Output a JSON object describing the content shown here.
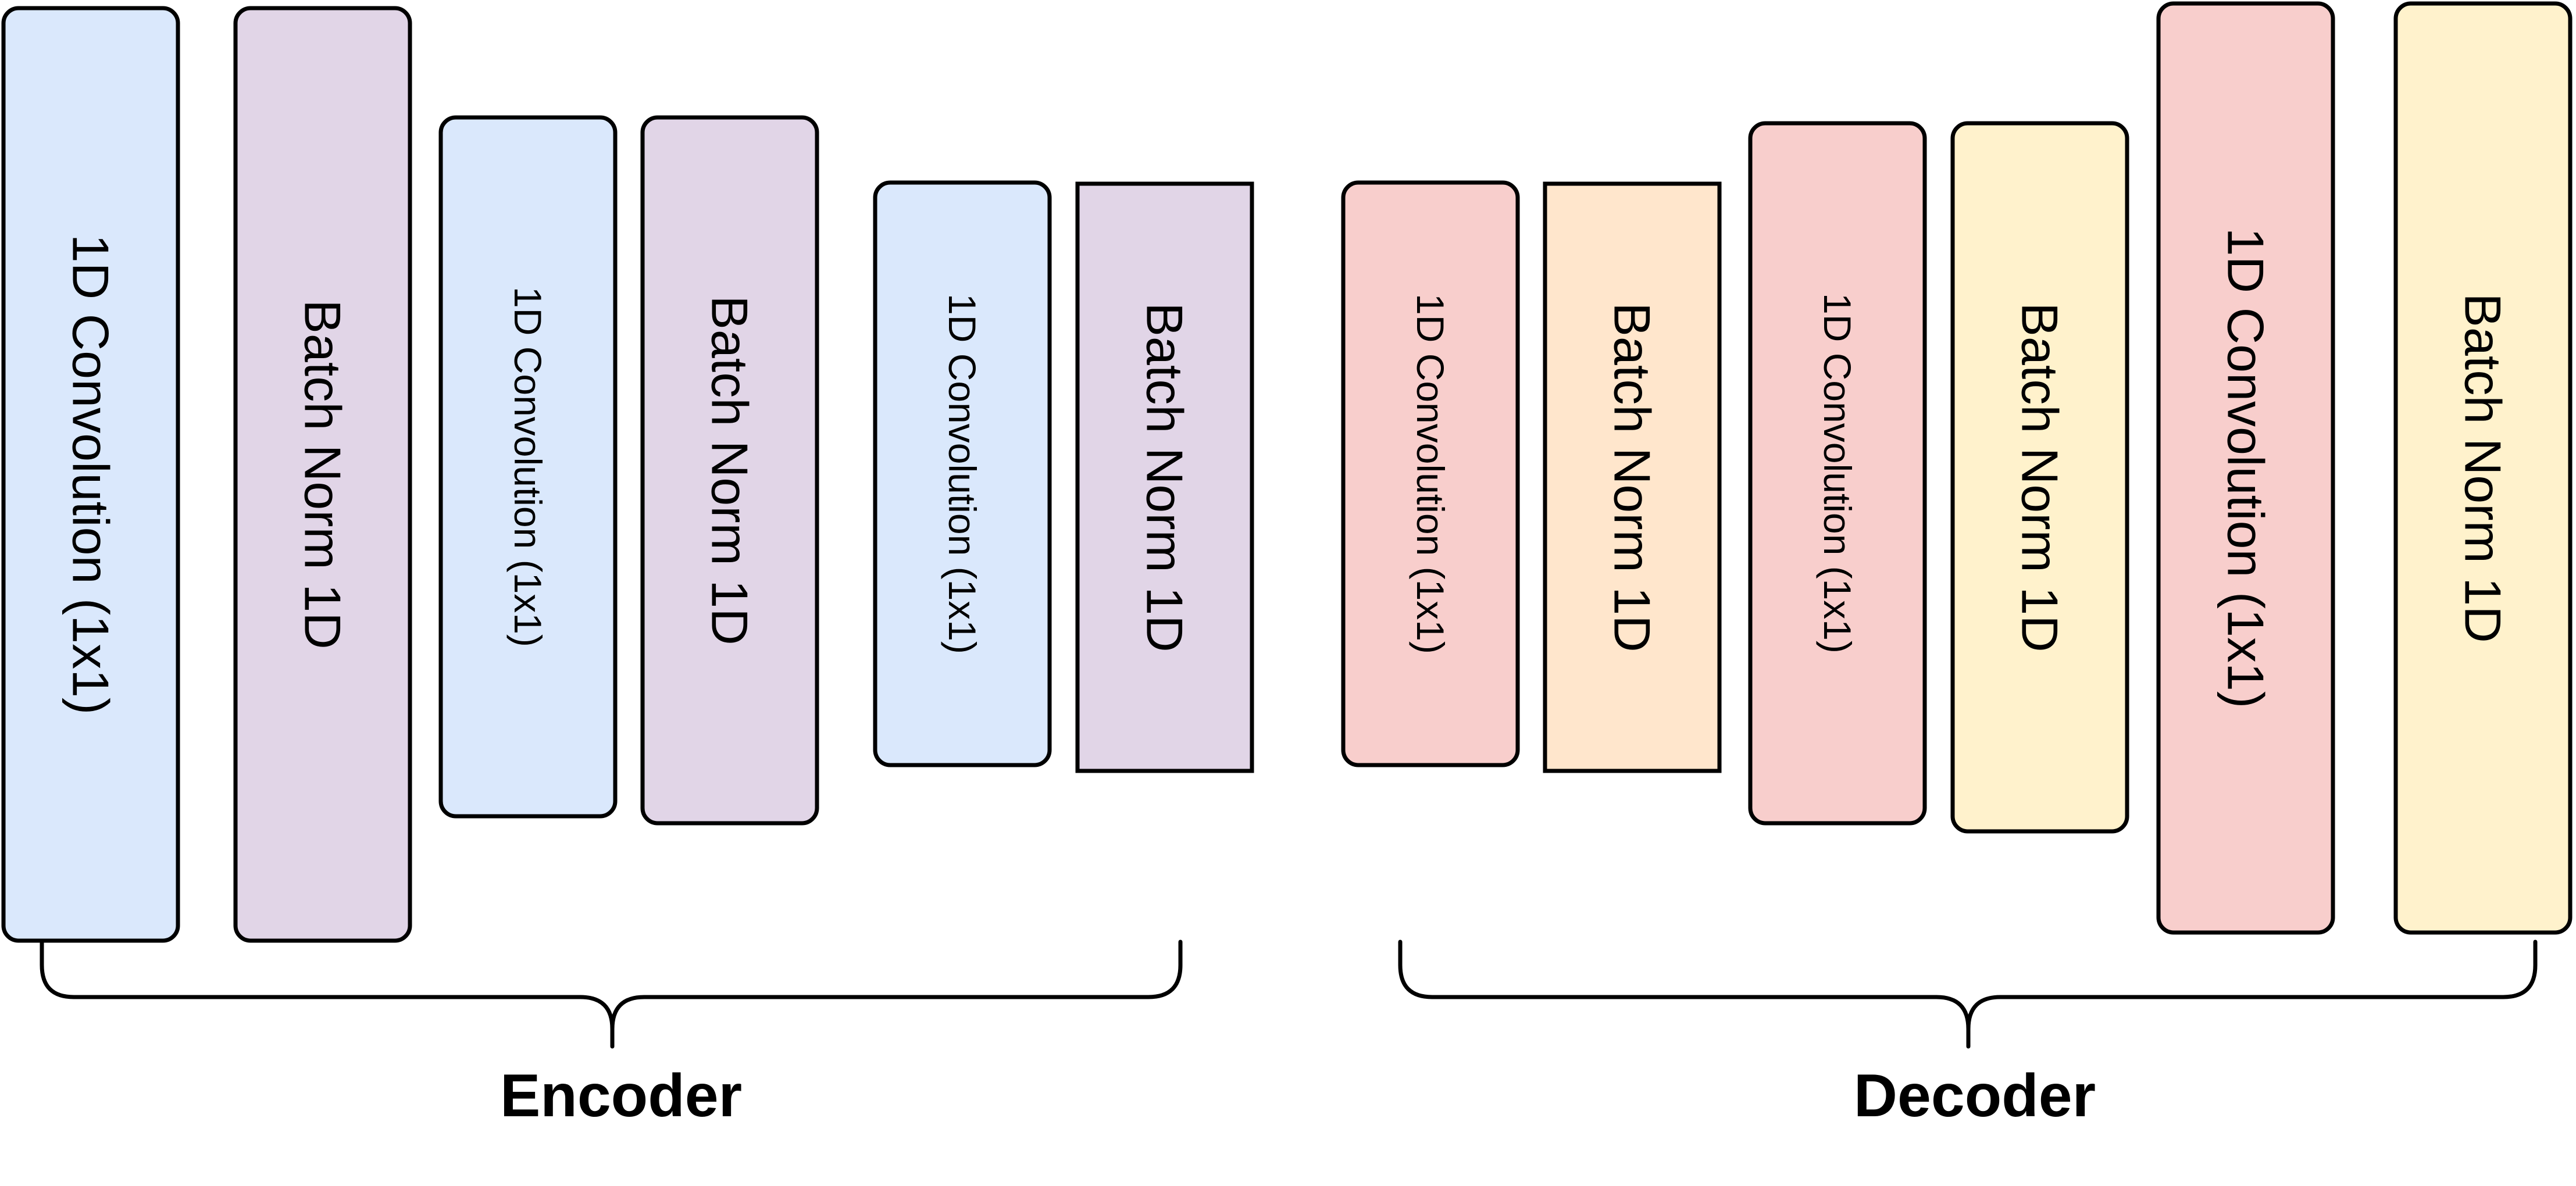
{
  "colors": {
    "conv_blue": "#dae8fc",
    "norm_purple": "#e1d5e7",
    "conv_red": "#f8cecc",
    "norm_orange": "#ffe6cc",
    "norm_yellow": "#fff2cc",
    "stroke": "#000000"
  },
  "encoder": {
    "label": "Encoder",
    "blocks": [
      {
        "label": "1D Convolution (1x1)",
        "kind": "conv",
        "color": "#dae8fc"
      },
      {
        "label": "Batch Norm 1D",
        "kind": "norm",
        "color": "#e1d5e7"
      },
      {
        "label": "1D Convolution (1x1)",
        "kind": "conv",
        "color": "#dae8fc"
      },
      {
        "label": "Batch Norm 1D",
        "kind": "norm",
        "color": "#e1d5e7"
      },
      {
        "label": "1D Convolution (1x1)",
        "kind": "conv",
        "color": "#dae8fc"
      },
      {
        "label": "Batch Norm 1D",
        "kind": "norm",
        "color": "#e1d5e7"
      }
    ]
  },
  "decoder": {
    "label": "Decoder",
    "blocks": [
      {
        "label": "1D Convolution (1x1)",
        "kind": "conv",
        "color": "#f8cecc"
      },
      {
        "label": "Batch Norm 1D",
        "kind": "norm",
        "color": "#ffe6cc"
      },
      {
        "label": "1D Convolution (1x1)",
        "kind": "conv",
        "color": "#f8cecc"
      },
      {
        "label": "Batch Norm 1D",
        "kind": "norm",
        "color": "#fff2cc"
      },
      {
        "label": "1D Convolution (1x1)",
        "kind": "conv",
        "color": "#f8cecc"
      },
      {
        "label": "Batch Norm 1D",
        "kind": "norm",
        "color": "#fff2cc"
      }
    ]
  }
}
